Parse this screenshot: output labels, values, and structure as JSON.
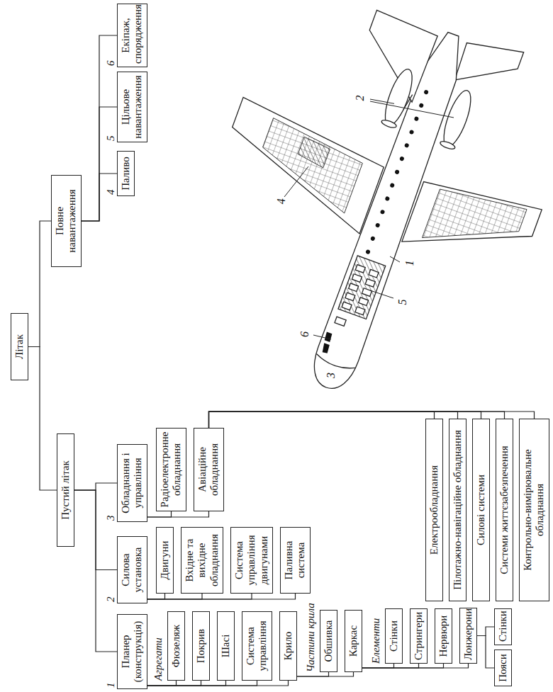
{
  "diagram": {
    "nodes": [
      {
        "text": [
          "Літак"
        ]
      },
      {
        "text": [
          "Пустий літак"
        ]
      },
      {
        "text": [
          "Повне навантаження"
        ]
      },
      {
        "text": [
          "1",
          "Планер (конструкція)"
        ]
      },
      {
        "text": [
          "2",
          "Силова установка"
        ]
      },
      {
        "text": [
          "3",
          "Обладнання і управління"
        ]
      },
      {
        "text": [
          "4",
          "Паливо"
        ]
      },
      {
        "text": [
          "5",
          "Цільове навантаження"
        ]
      },
      {
        "text": [
          "6",
          "Екіпаж, спорядження"
        ]
      },
      {
        "text": [
          "Фюзеляж"
        ]
      },
      {
        "text": [
          "Покрив"
        ]
      },
      {
        "text": [
          "Шасі"
        ]
      },
      {
        "text": [
          "Система управління"
        ]
      },
      {
        "text": [
          "Крило"
        ]
      },
      {
        "text": [
          "Обшивка"
        ]
      },
      {
        "text": [
          "Каркас"
        ]
      },
      {
        "text": [
          "Стінки"
        ]
      },
      {
        "text": [
          "Стрингери"
        ]
      },
      {
        "text": [
          "Нервюри"
        ]
      },
      {
        "text": [
          "Лонжерони"
        ]
      },
      {
        "text": [
          "Пояси"
        ]
      },
      {
        "text": [
          "Стінки"
        ]
      },
      {
        "text": [
          "Двигуни"
        ]
      },
      {
        "text": [
          "Вхідне та вихідне обладнання"
        ]
      },
      {
        "text": [
          "Система управління двигунами"
        ]
      },
      {
        "text": [
          "Паливна система"
        ]
      },
      {
        "text": [
          "Радіоелектронне обладнання"
        ]
      },
      {
        "text": [
          "Авіаційне обладнання"
        ]
      },
      {
        "text": [
          "Електрообладнання"
        ]
      },
      {
        "text": [
          "Пілотажно-навігаційне обладнання"
        ]
      },
      {
        "text": [
          "Силові системи"
        ]
      },
      {
        "text": [
          "Системи життєзабезпечення"
        ]
      },
      {
        "text": [
          "Контрольно-вимірювальне обладнання"
        ]
      }
    ],
    "edges": [
      {
        "from": 0,
        "to": 1,
        "arrow": "none"
      },
      {
        "from": 0,
        "to": 2,
        "arrow": "none"
      },
      {
        "from": 1,
        "to": 3,
        "arrow": "none"
      },
      {
        "from": 1,
        "to": 4,
        "arrow": "none"
      },
      {
        "from": 1,
        "to": 5,
        "arrow": "none"
      },
      {
        "from": 2,
        "to": 6,
        "arrow": "none"
      },
      {
        "from": 2,
        "to": 7,
        "arrow": "none"
      },
      {
        "from": 2,
        "to": 8,
        "arrow": "none"
      },
      {
        "from": 3,
        "to": 9,
        "arrow": "none"
      },
      {
        "from": 3,
        "to": 10,
        "arrow": "none"
      },
      {
        "from": 3,
        "to": 11,
        "arrow": "none"
      },
      {
        "from": 3,
        "to": 12,
        "arrow": "none"
      },
      {
        "from": 3,
        "to": 13,
        "arrow": "none"
      },
      {
        "from": 13,
        "to": 14,
        "arrow": "none"
      },
      {
        "from": 13,
        "to": 15,
        "arrow": "none"
      },
      {
        "from": 15,
        "to": 16,
        "arrow": "none"
      },
      {
        "from": 15,
        "to": 17,
        "arrow": "none"
      },
      {
        "from": 15,
        "to": 18,
        "arrow": "none"
      },
      {
        "from": 15,
        "to": 19,
        "arrow": "none"
      },
      {
        "from": 19,
        "to": 20,
        "arrow": "none"
      },
      {
        "from": 19,
        "to": 21,
        "arrow": "none"
      },
      {
        "from": 4,
        "to": 22,
        "arrow": "none"
      },
      {
        "from": 4,
        "to": 23,
        "arrow": "none"
      },
      {
        "from": 4,
        "to": 24,
        "arrow": "none"
      },
      {
        "from": 4,
        "to": 25,
        "arrow": "none"
      },
      {
        "from": 5,
        "to": 26,
        "arrow": "none"
      },
      {
        "from": 5,
        "to": 27,
        "arrow": "none"
      },
      {
        "from": 27,
        "to": 28,
        "arrow": "none"
      },
      {
        "from": 27,
        "to": 29,
        "arrow": "none"
      },
      {
        "from": 27,
        "to": 30,
        "arrow": "none"
      },
      {
        "from": 27,
        "to": 31,
        "arrow": "none"
      },
      {
        "from": 27,
        "to": 32,
        "arrow": "none"
      }
    ],
    "labels": [
      "Агрегати",
      "Частини крила",
      "Елементи",
      "1",
      "2",
      "3",
      "4",
      "5",
      "6"
    ]
  }
}
